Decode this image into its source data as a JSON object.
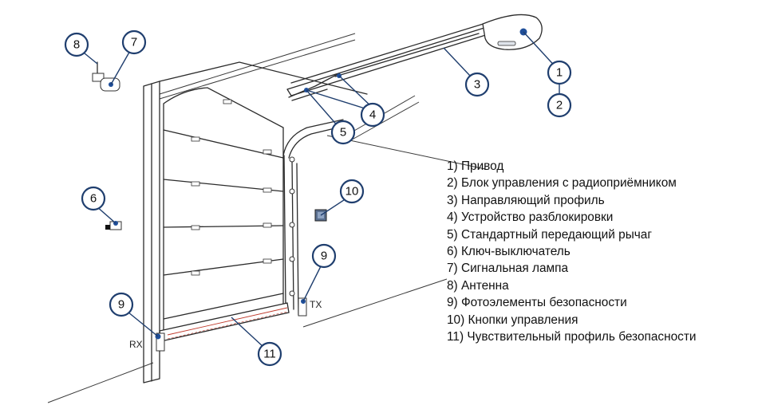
{
  "legend": [
    "1) Привод",
    "2) Блок управления с радиоприёмником",
    "3) Направляющий профиль",
    "4) Устройство разблокировки",
    "5) Стандартный передающий рычаг",
    "6) Ключ-выключатель",
    "7) Сигнальная лампа",
    "8) Антенна",
    "9) Фотоэлементы безопасности",
    "10) Кнопки управления",
    "11) Чувствительный профиль безопасности"
  ],
  "callouts": {
    "c1": "1",
    "c2": "2",
    "c3": "3",
    "c4": "4",
    "c5": "5",
    "c6": "6",
    "c7": "7",
    "c8": "8",
    "c9a": "9",
    "c9b": "9",
    "c10": "10",
    "c11": "11"
  },
  "tags": {
    "rx": "RX",
    "tx": "TX"
  },
  "colors": {
    "callout": "#1f3e6e",
    "device": "#1f4f9a",
    "photocell_beam": "#c0392b"
  }
}
